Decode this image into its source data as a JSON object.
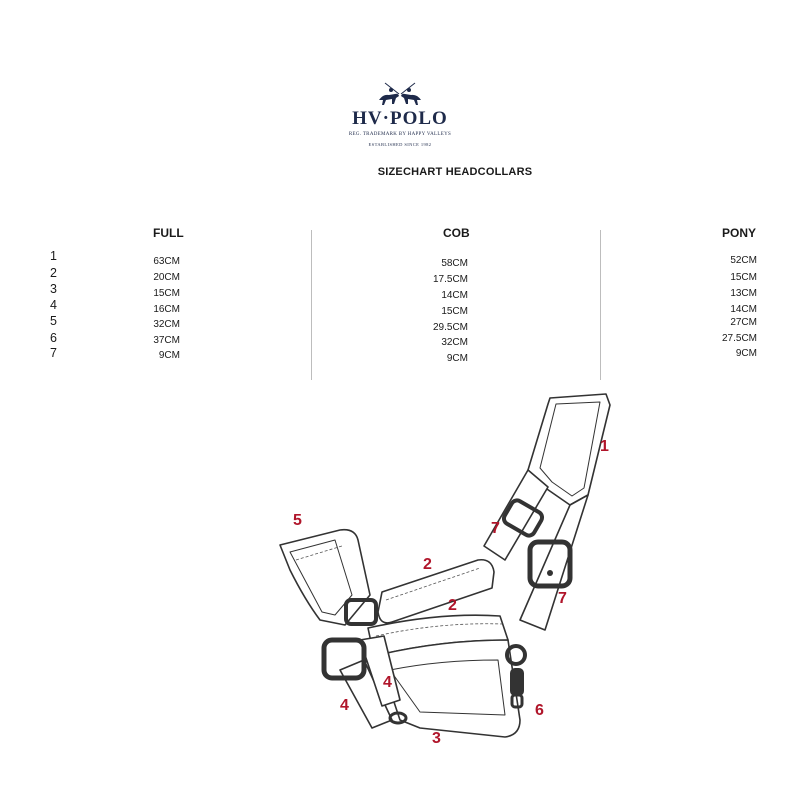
{
  "brand": {
    "name": "HV·POLO",
    "tagline": "REG. TRADEMARK BY HAPPY VALLEYS",
    "established": "ESTABLISHED SINCE 1982",
    "color": "#1e2a4a"
  },
  "title": "SIZECHART HEADCOLLARS",
  "row_numbers": [
    "1",
    "2",
    "3",
    "4",
    "5",
    "6",
    "7"
  ],
  "sizes": [
    {
      "name": "FULL",
      "values": [
        "63CM",
        "20CM",
        "15CM",
        "16CM",
        "32CM",
        "37CM",
        "9CM"
      ]
    },
    {
      "name": "COB",
      "values": [
        "58CM",
        "17.5CM",
        "14CM",
        "15CM",
        "29.5CM",
        "32CM",
        "9CM"
      ]
    },
    {
      "name": "PONY",
      "values": [
        "52CM",
        "15CM",
        "13CM",
        "14CM",
        "27CM",
        "27.5CM",
        "9CM"
      ]
    }
  ],
  "diagram": {
    "callouts": [
      "1",
      "2",
      "2",
      "3",
      "4",
      "4",
      "5",
      "6",
      "7",
      "7"
    ],
    "callout_color": "#b0152a"
  }
}
